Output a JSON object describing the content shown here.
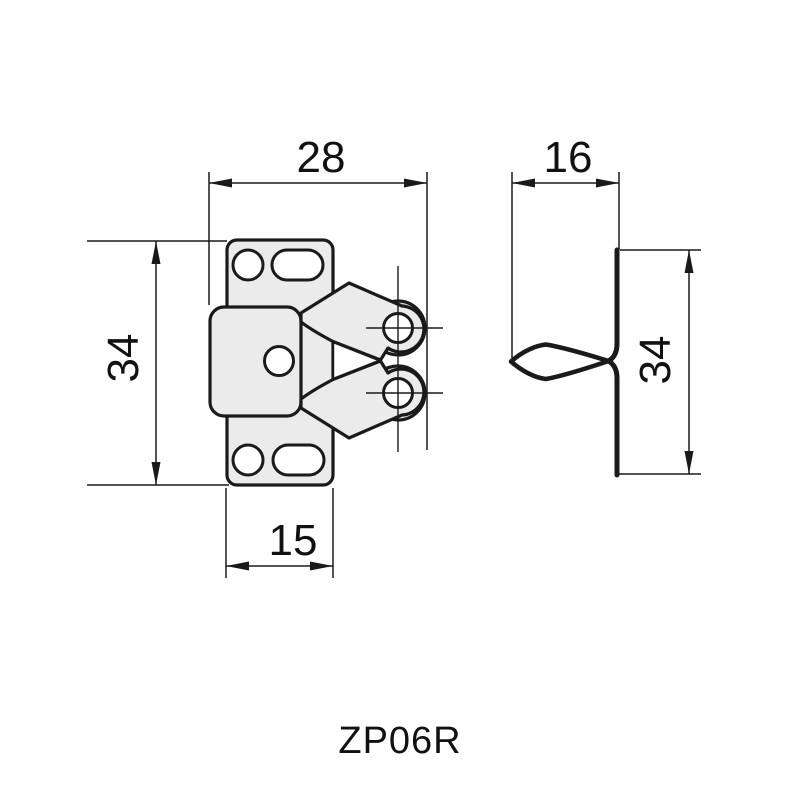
{
  "drawing": {
    "part_code": "ZP06R",
    "front_view": {
      "width_label": "28",
      "height_label": "34",
      "mount_width_label": "15"
    },
    "side_view": {
      "depth_label": "16",
      "height_label": "34"
    },
    "colors": {
      "ink": "#1a1a1a",
      "part_fill": "#ebebeb",
      "wheel_fill": "#e0e0e0",
      "background": "#ffffff"
    }
  }
}
